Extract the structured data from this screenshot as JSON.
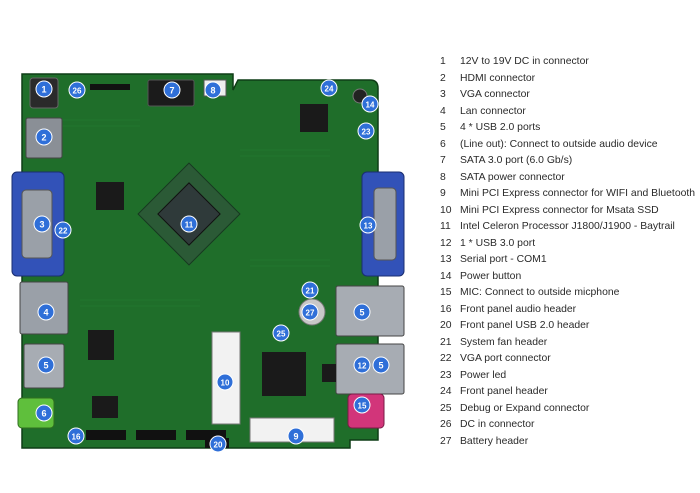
{
  "badge_color": "#2f6fd8",
  "battery_color": "#c8c8c8",
  "board_color": "#1f6e2a",
  "legend": [
    {
      "num": "1",
      "text": "12V to 19V DC in connector"
    },
    {
      "num": "2",
      "text": "HDMI connector"
    },
    {
      "num": "3",
      "text": "VGA connector"
    },
    {
      "num": "4",
      "text": "Lan connector"
    },
    {
      "num": "5",
      "text": "4 * USB 2.0 ports"
    },
    {
      "num": "6",
      "text": "(Line out): Connect to outside audio device"
    },
    {
      "num": "7",
      "text": "SATA 3.0 port (6.0 Gb/s)"
    },
    {
      "num": "8",
      "text": "SATA power connector"
    },
    {
      "num": "9",
      "text": "Mini PCI Express connector for WIFI and Bluetooth"
    },
    {
      "num": "10",
      "text": "Mini PCI Express connector for Msata SSD"
    },
    {
      "num": "11",
      "text": "Intel Celeron Processor J1800/J1900 - Baytrail"
    },
    {
      "num": "12",
      "text": "1 * USB 3.0 port"
    },
    {
      "num": "13",
      "text": "Serial port  - COM1"
    },
    {
      "num": "14",
      "text": "Power button"
    },
    {
      "num": "15",
      "text": "MIC: Connect to outside micphone"
    },
    {
      "num": "16",
      "text": "Front panel audio header"
    },
    {
      "num": "20",
      "text": "Front panel USB 2.0 header"
    },
    {
      "num": "21",
      "text": "System fan header"
    },
    {
      "num": "22",
      "text": "VGA port connector"
    },
    {
      "num": "23",
      "text": "Power led"
    },
    {
      "num": "24",
      "text": "Front panel header"
    },
    {
      "num": "25",
      "text": "Debug or Expand connector"
    },
    {
      "num": "26",
      "text": "DC in connector"
    },
    {
      "num": "27",
      "text": "Battery header"
    }
  ],
  "markers": [
    {
      "num": "1",
      "label": "DC in connector"
    },
    {
      "num": "26",
      "label": "DC in connector header"
    },
    {
      "num": "7",
      "label": "SATA port"
    },
    {
      "num": "8",
      "label": "SATA power"
    },
    {
      "num": "24",
      "label": "Front panel header"
    },
    {
      "num": "14",
      "label": "Power button"
    },
    {
      "num": "23",
      "label": "Power led"
    },
    {
      "num": "2",
      "label": "HDMI"
    },
    {
      "num": "3",
      "label": "VGA"
    },
    {
      "num": "22",
      "label": "VGA port connector"
    },
    {
      "num": "11",
      "label": "CPU"
    },
    {
      "num": "13",
      "label": "COM1"
    },
    {
      "num": "4",
      "label": "LAN"
    },
    {
      "num": "21",
      "label": "System fan"
    },
    {
      "num": "27",
      "label": "Battery"
    },
    {
      "num": "25",
      "label": "Debug"
    },
    {
      "num": "5",
      "label": "USB left"
    },
    {
      "num": "5",
      "label": "USB right top"
    },
    {
      "num": "12",
      "label": "USB 3.0"
    },
    {
      "num": "5",
      "label": "USB right bottom"
    },
    {
      "num": "10",
      "label": "mSATA slot"
    },
    {
      "num": "6",
      "label": "Line out"
    },
    {
      "num": "15",
      "label": "MIC"
    },
    {
      "num": "16",
      "label": "Front audio"
    },
    {
      "num": "9",
      "label": "WIFI slot"
    },
    {
      "num": "20",
      "label": "Front USB"
    }
  ]
}
